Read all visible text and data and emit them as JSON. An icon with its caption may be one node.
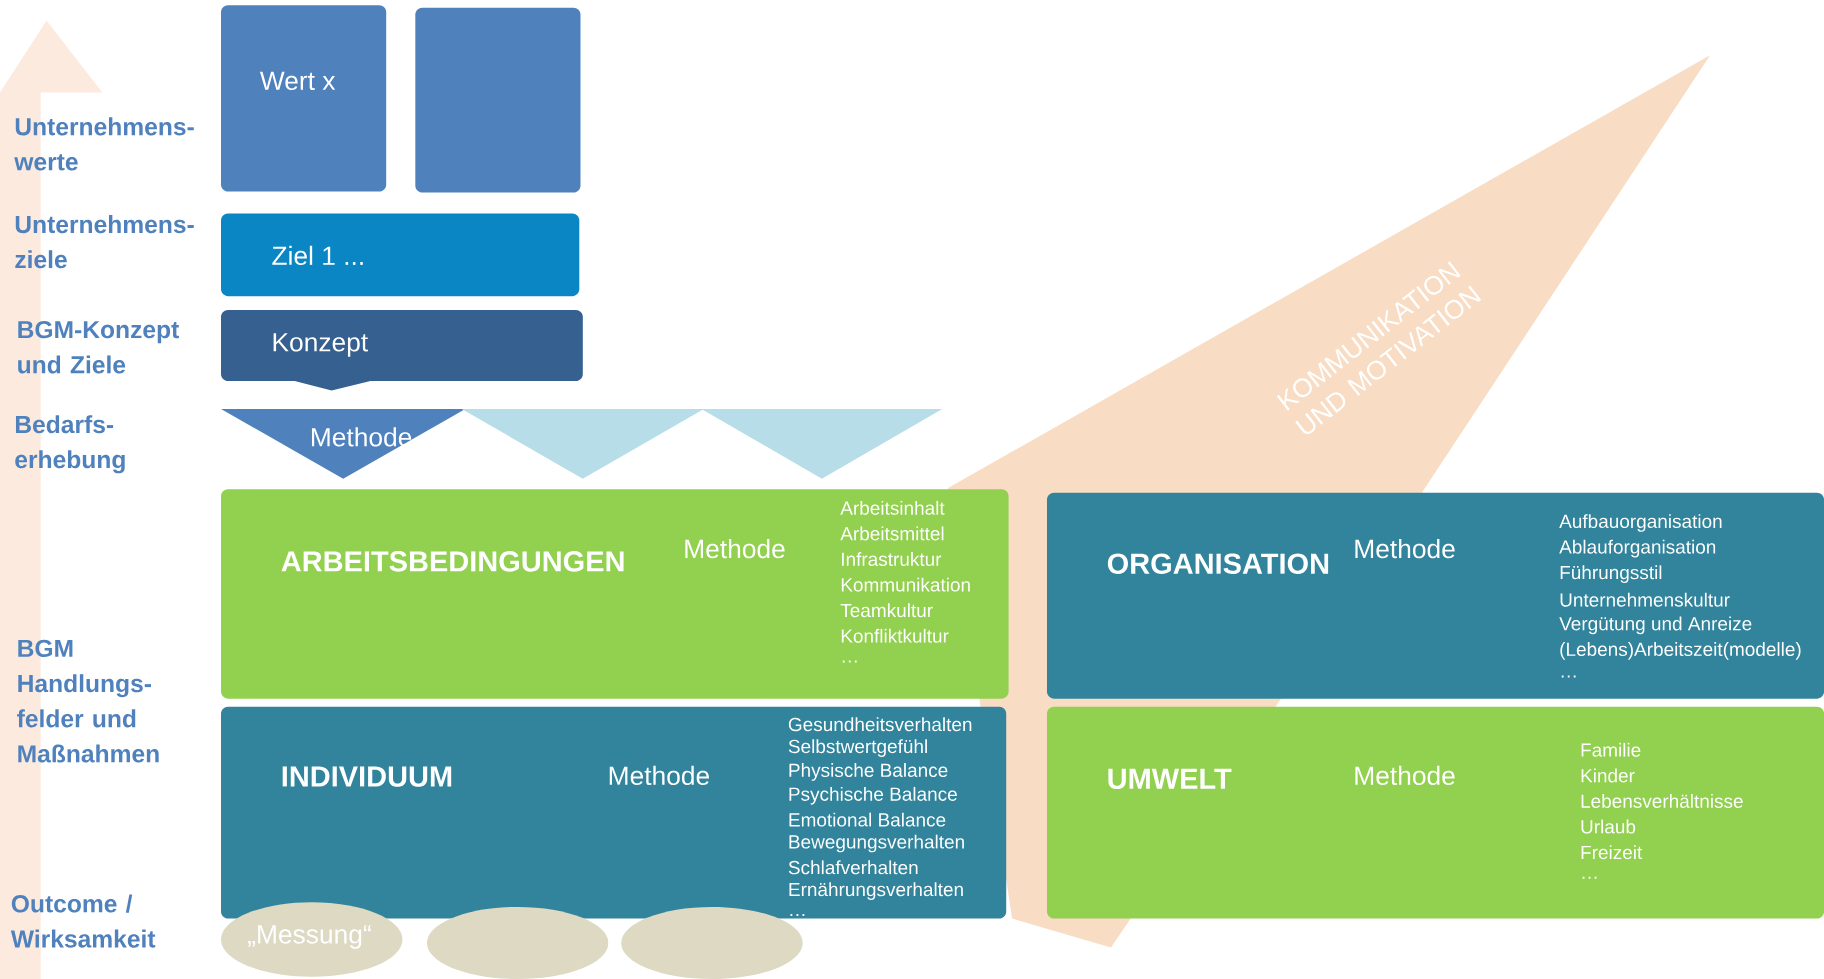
{
  "diagram": {
    "nodes": [
      {
        "text": [
          "Wert x"
        ]
      },
      {
        "text": [],
        "shape": "box"
      },
      {
        "text": [
          "Ziel 1 ..."
        ]
      },
      {
        "text": [
          "Konzept"
        ]
      },
      {
        "text": [
          "Methode"
        ]
      },
      {
        "text": [],
        "shape": "triangle"
      },
      {
        "text": [],
        "shape": "triangle"
      },
      {
        "text": [
          "ARBEITSBEDINGUNGEN",
          "Methode",
          "Arbeitsinhalt",
          "Arbeitsmittel",
          "Infrastruktur",
          "Kommunikation",
          "Teamkultur",
          "Konfliktkultur",
          "…"
        ]
      },
      {
        "text": [
          "ORGANISATION",
          "Methode",
          "Aufbauorganisation",
          "Ablauforganisation",
          "Führungsstil",
          "Unternehmenskultur",
          "Vergütung und Anreize",
          "(Lebens)Arbeitszeit(modelle)",
          "…"
        ]
      },
      {
        "text": [
          "INDIVIDUUM",
          "Methode",
          "Gesundheitsverhalten",
          "Selbstwertgefühl",
          "Physische Balance",
          "Psychische Balance",
          "Emotional Balance",
          "Bewegungsverhalten",
          "Schlafverhalten",
          "Ernährungsverhalten",
          "…"
        ]
      },
      {
        "text": [
          "UMWELT",
          "Methode",
          "Familie",
          "Kinder",
          "Lebensverhältnisse",
          "Urlaub",
          "Freizeit",
          "…"
        ]
      },
      {
        "text": [
          "„Messung“"
        ]
      },
      {
        "text": [],
        "shape": "ellipse"
      },
      {
        "text": [],
        "shape": "ellipse"
      },
      {
        "text": [
          "KOMMUNIKATION UND MOTIVATION"
        ]
      }
    ],
    "labels": [
      "Unternehmens- werte",
      "Unternehmens- ziele",
      "BGM-Konzept und Ziele",
      "Bedarfs- erhebung",
      "BGM Handlungs- felder und Maßnahmen",
      "Outcome / Wirksamkeit"
    ]
  }
}
